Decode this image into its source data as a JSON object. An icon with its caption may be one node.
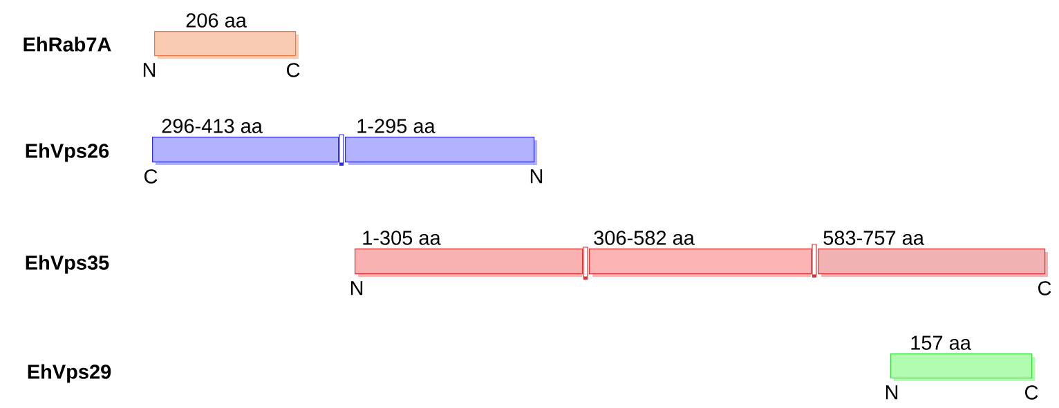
{
  "diagram": {
    "nodes": [
      {
        "text": [
          "206 aa"
        ],
        "beside": [
          "N",
          "C"
        ]
      },
      {
        "text": [
          "296-413 aa"
        ],
        "beside": [
          "C"
        ]
      },
      {
        "text": [
          "1-295 aa"
        ],
        "beside": [
          "N"
        ]
      },
      {
        "text": [
          "1-305 aa"
        ],
        "beside": [
          "N"
        ]
      },
      {
        "text": [
          "306-582 aa"
        ]
      },
      {
        "text": [
          "583-757 aa"
        ],
        "beside": [
          "C"
        ]
      },
      {
        "text": [
          "157 aa"
        ],
        "beside": [
          "N",
          "C"
        ]
      }
    ],
    "labels": [
      "EhRab7A",
      "EhVps26",
      "EhVps35",
      "EhVps29"
    ]
  }
}
